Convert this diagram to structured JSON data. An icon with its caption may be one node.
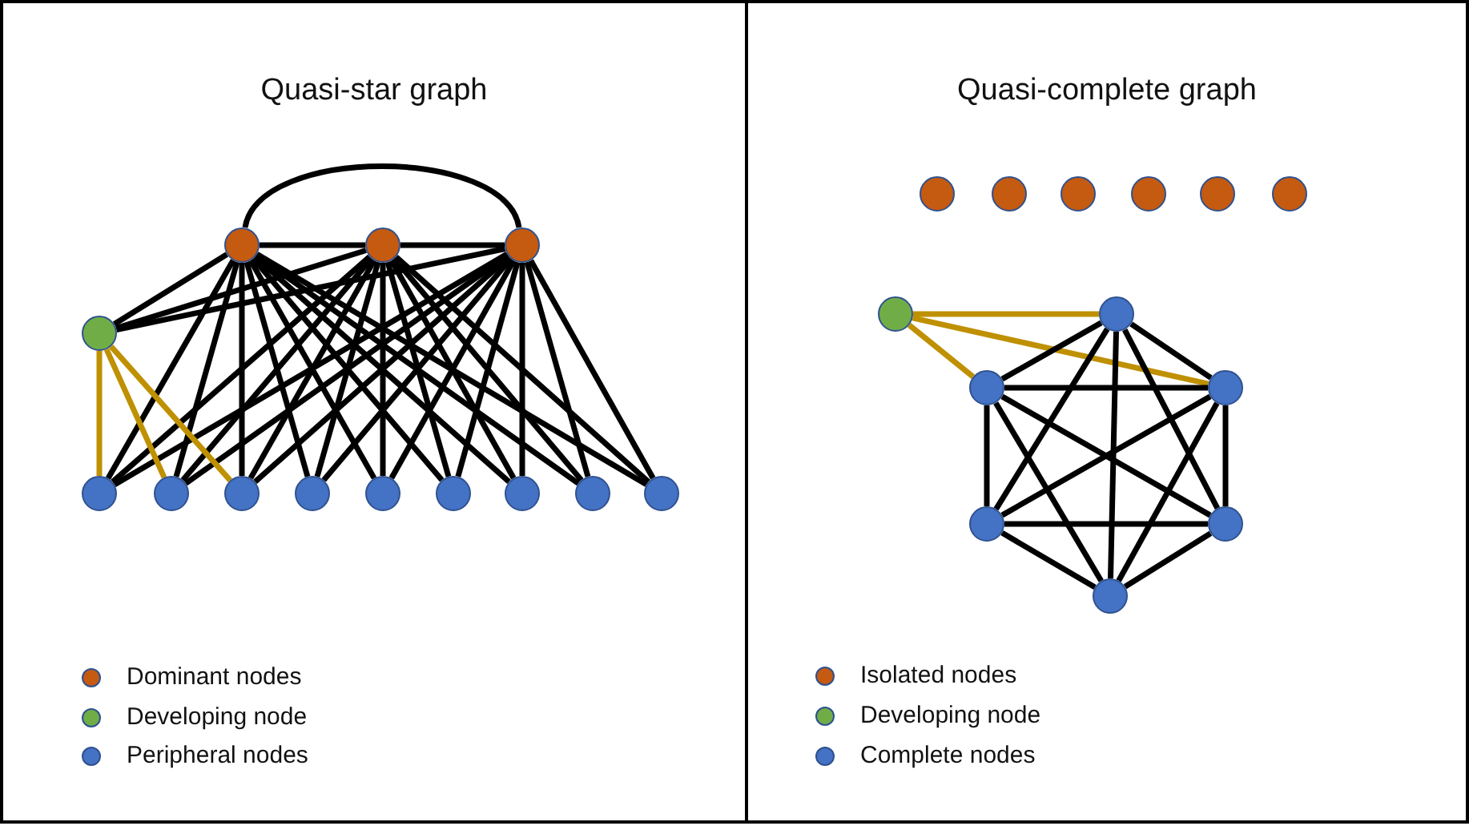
{
  "diagram": {
    "nodes": [
      {
        "text": [
          "Quasi-star graph"
        ]
      },
      {
        "text": [
          "Quasi-complete graph"
        ]
      },
      {
        "text": [],
        "shape": "circle",
        "in": 0
      },
      {
        "text": [],
        "shape": "circle",
        "in": 0
      },
      {
        "text": [],
        "shape": "circle",
        "in": 0
      },
      {
        "text": [],
        "shape": "circle",
        "in": 0
      },
      {
        "text": [],
        "shape": "circle",
        "in": 0
      },
      {
        "text": [],
        "shape": "circle",
        "in": 0
      },
      {
        "text": [],
        "shape": "circle",
        "in": 0
      },
      {
        "text": [],
        "shape": "circle",
        "in": 0
      },
      {
        "text": [],
        "shape": "circle",
        "in": 0
      },
      {
        "text": [],
        "shape": "circle",
        "in": 0
      },
      {
        "text": [],
        "shape": "circle",
        "in": 0
      },
      {
        "text": [],
        "shape": "circle",
        "in": 0
      },
      {
        "text": [],
        "shape": "circle",
        "in": 0
      },
      {
        "text": [],
        "shape": "circle",
        "in": 1
      },
      {
        "text": [],
        "shape": "circle",
        "in": 1
      },
      {
        "text": [],
        "shape": "circle",
        "in": 1
      },
      {
        "text": [],
        "shape": "circle",
        "in": 1
      },
      {
        "text": [],
        "shape": "circle",
        "in": 1
      },
      {
        "text": [],
        "shape": "circle",
        "in": 1
      },
      {
        "text": [],
        "shape": "circle",
        "in": 1
      },
      {
        "text": [],
        "shape": "circle",
        "in": 1
      },
      {
        "text": [],
        "shape": "circle",
        "in": 1
      },
      {
        "text": [],
        "shape": "circle",
        "in": 1
      },
      {
        "text": [],
        "shape": "circle",
        "in": 1
      },
      {
        "text": [],
        "shape": "circle",
        "in": 1
      },
      {
        "text": [],
        "shape": "circle",
        "in": 1
      }
    ],
    "edges": [
      {
        "from": 2,
        "to": 3,
        "arrow": "none"
      },
      {
        "from": 3,
        "to": 4,
        "arrow": "none"
      },
      {
        "from": 2,
        "to": 4,
        "arrow": "none"
      },
      {
        "from": 5,
        "to": 2,
        "arrow": "none"
      },
      {
        "from": 5,
        "to": 3,
        "arrow": "none"
      },
      {
        "from": 5,
        "to": 4,
        "arrow": "none"
      },
      {
        "from": 2,
        "to": 6,
        "arrow": "none"
      },
      {
        "from": 2,
        "to": 7,
        "arrow": "none"
      },
      {
        "from": 2,
        "to": 8,
        "arrow": "none"
      },
      {
        "from": 2,
        "to": 9,
        "arrow": "none"
      },
      {
        "from": 2,
        "to": 10,
        "arrow": "none"
      },
      {
        "from": 2,
        "to": 11,
        "arrow": "none"
      },
      {
        "from": 2,
        "to": 12,
        "arrow": "none"
      },
      {
        "from": 2,
        "to": 13,
        "arrow": "none"
      },
      {
        "from": 2,
        "to": 14,
        "arrow": "none"
      },
      {
        "from": 3,
        "to": 6,
        "arrow": "none"
      },
      {
        "from": 3,
        "to": 7,
        "arrow": "none"
      },
      {
        "from": 3,
        "to": 8,
        "arrow": "none"
      },
      {
        "from": 3,
        "to": 9,
        "arrow": "none"
      },
      {
        "from": 3,
        "to": 10,
        "arrow": "none"
      },
      {
        "from": 3,
        "to": 11,
        "arrow": "none"
      },
      {
        "from": 3,
        "to": 12,
        "arrow": "none"
      },
      {
        "from": 3,
        "to": 13,
        "arrow": "none"
      },
      {
        "from": 3,
        "to": 14,
        "arrow": "none"
      },
      {
        "from": 4,
        "to": 6,
        "arrow": "none"
      },
      {
        "from": 4,
        "to": 7,
        "arrow": "none"
      },
      {
        "from": 4,
        "to": 8,
        "arrow": "none"
      },
      {
        "from": 4,
        "to": 9,
        "arrow": "none"
      },
      {
        "from": 4,
        "to": 10,
        "arrow": "none"
      },
      {
        "from": 4,
        "to": 11,
        "arrow": "none"
      },
      {
        "from": 4,
        "to": 12,
        "arrow": "none"
      },
      {
        "from": 4,
        "to": 13,
        "arrow": "none"
      },
      {
        "from": 4,
        "to": 14,
        "arrow": "none"
      },
      {
        "from": 5,
        "to": 6,
        "arrow": "none",
        "color": "#bf9000"
      },
      {
        "from": 5,
        "to": 7,
        "arrow": "none",
        "color": "#bf9000"
      },
      {
        "from": 5,
        "to": 8,
        "arrow": "none",
        "color": "#bf9000"
      },
      {
        "from": 21,
        "to": 22,
        "arrow": "none",
        "color": "#bf9000"
      },
      {
        "from": 21,
        "to": 23,
        "arrow": "none",
        "color": "#bf9000"
      },
      {
        "from": 21,
        "to": 24,
        "arrow": "none",
        "color": "#bf9000"
      },
      {
        "from": 22,
        "to": 23,
        "arrow": "none"
      },
      {
        "from": 22,
        "to": 24,
        "arrow": "none"
      },
      {
        "from": 22,
        "to": 25,
        "arrow": "none"
      },
      {
        "from": 22,
        "to": 26,
        "arrow": "none"
      },
      {
        "from": 22,
        "to": 27,
        "arrow": "none"
      },
      {
        "from": 23,
        "to": 24,
        "arrow": "none"
      },
      {
        "from": 23,
        "to": 25,
        "arrow": "none"
      },
      {
        "from": 23,
        "to": 26,
        "arrow": "none"
      },
      {
        "from": 23,
        "to": 27,
        "arrow": "none"
      },
      {
        "from": 24,
        "to": 25,
        "arrow": "none"
      },
      {
        "from": 24,
        "to": 26,
        "arrow": "none"
      },
      {
        "from": 24,
        "to": 27,
        "arrow": "none"
      },
      {
        "from": 25,
        "to": 26,
        "arrow": "none"
      },
      {
        "from": 25,
        "to": 27,
        "arrow": "none"
      },
      {
        "from": 26,
        "to": 27,
        "arrow": "none"
      }
    ],
    "legend": [
      {
        "text": "Dominant nodes",
        "color": "#c55a11"
      },
      {
        "text": "Developing node",
        "color": "#70ad47"
      },
      {
        "text": "Peripheral nodes",
        "color": "#4472c4"
      },
      {
        "text": "Isolated nodes",
        "color": "#c55a11"
      },
      {
        "text": "Developing node",
        "color": "#70ad47"
      },
      {
        "text": "Complete nodes",
        "color": "#4472c4"
      }
    ]
  }
}
